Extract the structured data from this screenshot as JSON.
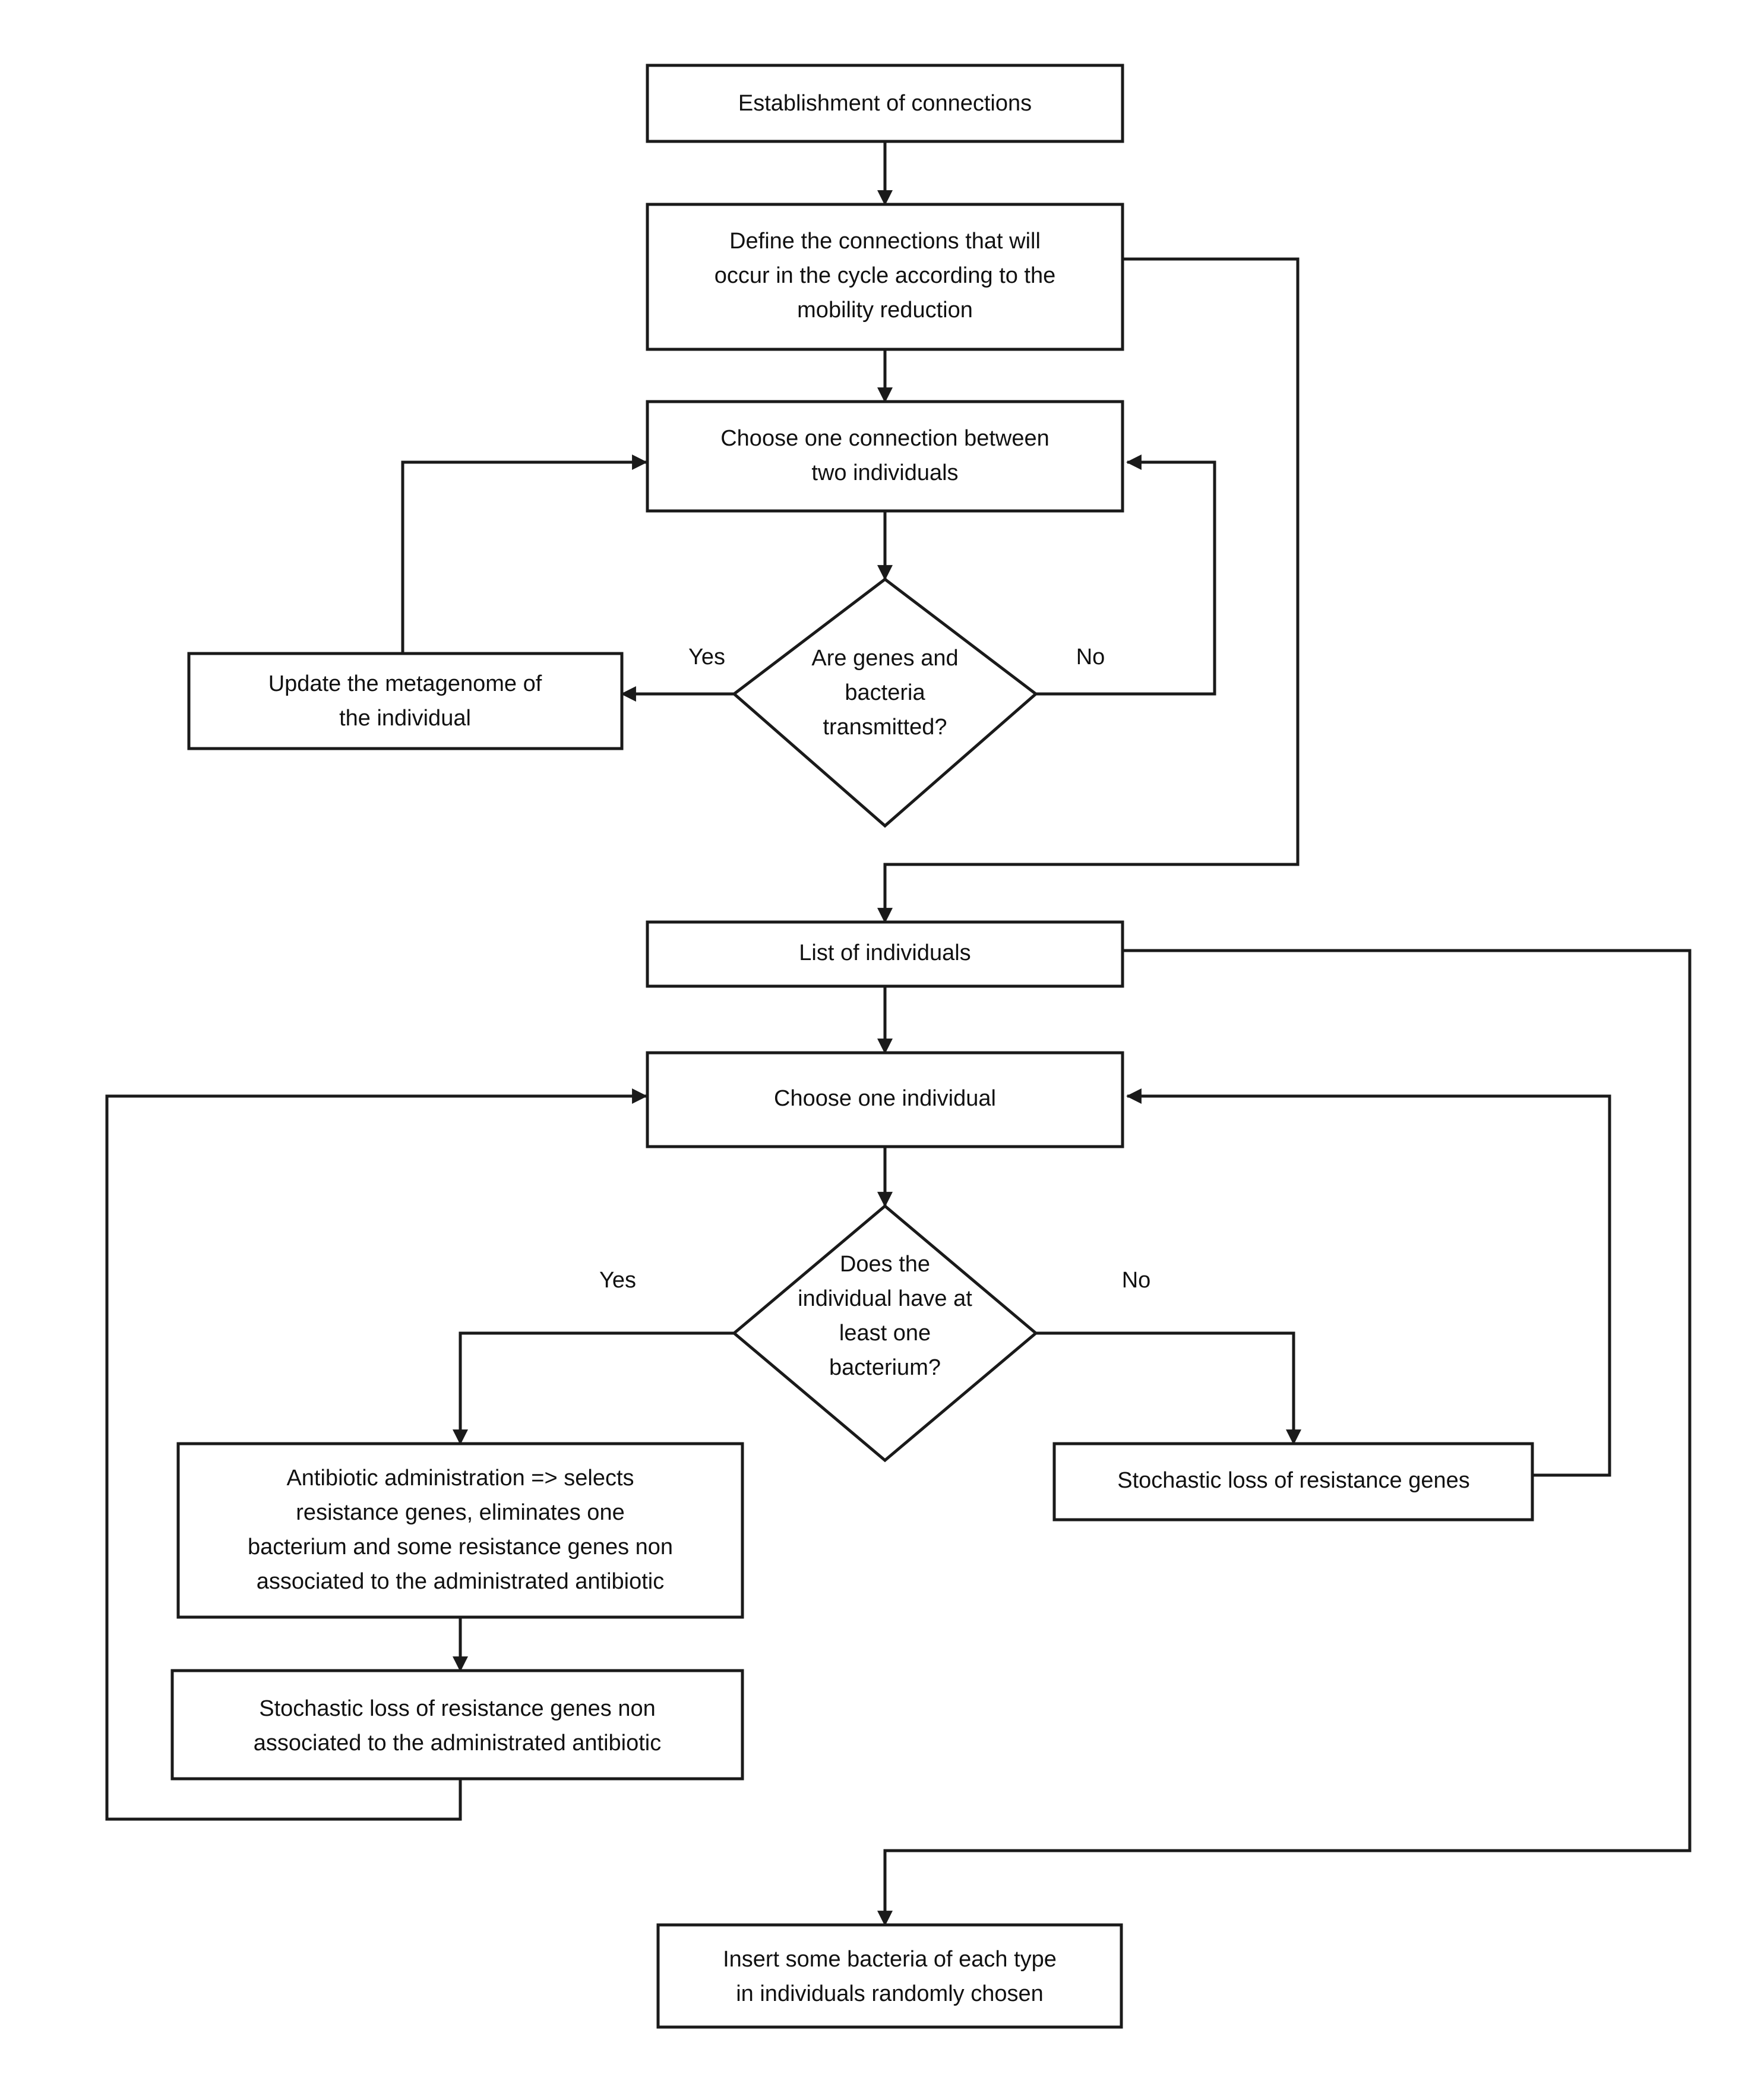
{
  "diagram": {
    "type": "flowchart",
    "title": "",
    "background_color": "#ffffff",
    "line_color": "#1a1a1a",
    "text_color": "#111111",
    "nodes": [
      {
        "id": "establishment",
        "shape": "rectangle",
        "lines": [
          "Establishment of connections"
        ]
      },
      {
        "id": "define-connections",
        "shape": "rectangle",
        "lines": [
          "Define the connections that will",
          "occur in the cycle according to the",
          "mobility reduction"
        ]
      },
      {
        "id": "choose-connection",
        "shape": "rectangle",
        "lines": [
          "Choose one connection between",
          "two individuals"
        ]
      },
      {
        "id": "genes-transmitted",
        "shape": "diamond",
        "lines": [
          "Are genes and",
          "bacteria",
          "transmitted?"
        ]
      },
      {
        "id": "update-metagenome",
        "shape": "rectangle",
        "lines": [
          "Update the metagenome of",
          "the individual"
        ]
      },
      {
        "id": "list-individuals",
        "shape": "rectangle",
        "lines": [
          "List of individuals"
        ]
      },
      {
        "id": "choose-individual",
        "shape": "rectangle",
        "lines": [
          "Choose one individual"
        ]
      },
      {
        "id": "has-bacterium",
        "shape": "diamond",
        "lines": [
          "Does the",
          "individual have at",
          "least one",
          "bacterium?"
        ]
      },
      {
        "id": "antibiotic-administration",
        "shape": "rectangle",
        "lines": [
          "Antibiotic administration => selects",
          "resistance genes, eliminates one",
          "bacterium and some resistance genes non",
          "associated to the administrated antibiotic"
        ]
      },
      {
        "id": "stochastic-loss-non-associated",
        "shape": "rectangle",
        "lines": [
          "Stochastic loss of resistance genes non",
          "associated to the administrated antibiotic"
        ]
      },
      {
        "id": "stochastic-loss",
        "shape": "rectangle",
        "lines": [
          "Stochastic loss of resistance genes"
        ]
      },
      {
        "id": "insert-bacteria",
        "shape": "rectangle",
        "lines": [
          "Insert some bacteria of each type",
          "in individuals randomly chosen"
        ]
      }
    ],
    "edge_labels": [
      {
        "id": "yes-transmitted",
        "text": "Yes"
      },
      {
        "id": "no-transmitted",
        "text": "No"
      },
      {
        "id": "yes-bacterium",
        "text": "Yes"
      },
      {
        "id": "no-bacterium",
        "text": "No"
      }
    ]
  }
}
